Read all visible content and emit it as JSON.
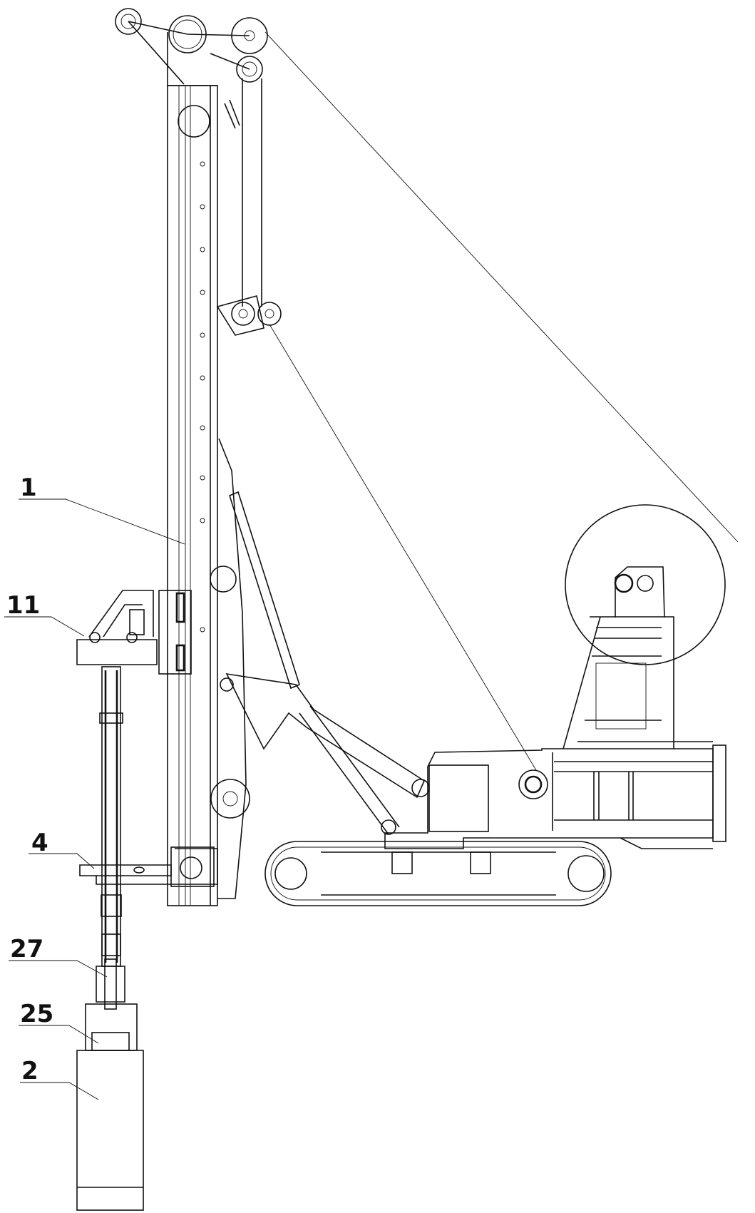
{
  "figure": {
    "labels": {
      "mast": "1",
      "power_head": "11",
      "guide_arm": "4",
      "drill_rod": "27",
      "connector": "25",
      "bucket": "2"
    },
    "colors": {
      "ink": "#111111",
      "background": "#ffffff"
    }
  }
}
